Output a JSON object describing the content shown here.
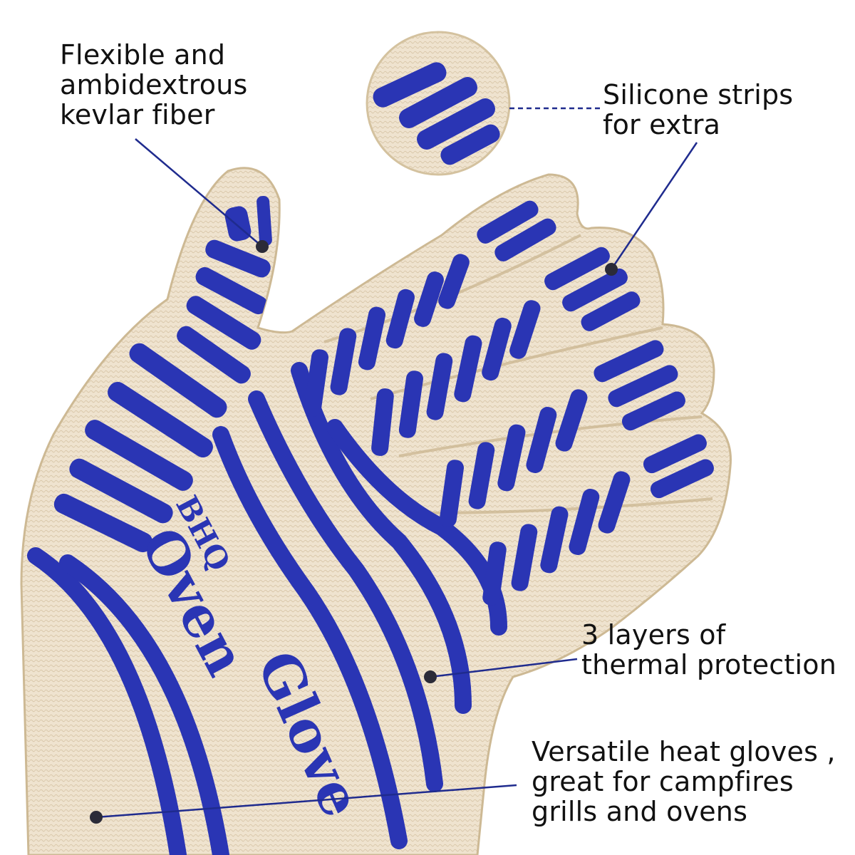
{
  "callouts": {
    "kevlar": "Flexible and\nambidextrous\nkevlar fiber",
    "silicone": "Silicone strips\nfor extra",
    "layers": "3 layers of\nthermal protection",
    "versatile": "Versatile heat gloves ,\n great for campfires\ngrills and ovens"
  },
  "glove_print": {
    "brand": "BHQ",
    "line1": "Oven",
    "line2": "Glove"
  },
  "colors": {
    "fabric": "#efe3cf",
    "stripe": "#2a35b4",
    "leader": "#1f2b8e",
    "dot": "#2b2b38",
    "text": "#111111",
    "background": "#ffffff"
  },
  "icons": {
    "detail_inset": "zoom-circle",
    "callout_marker": "dot"
  }
}
